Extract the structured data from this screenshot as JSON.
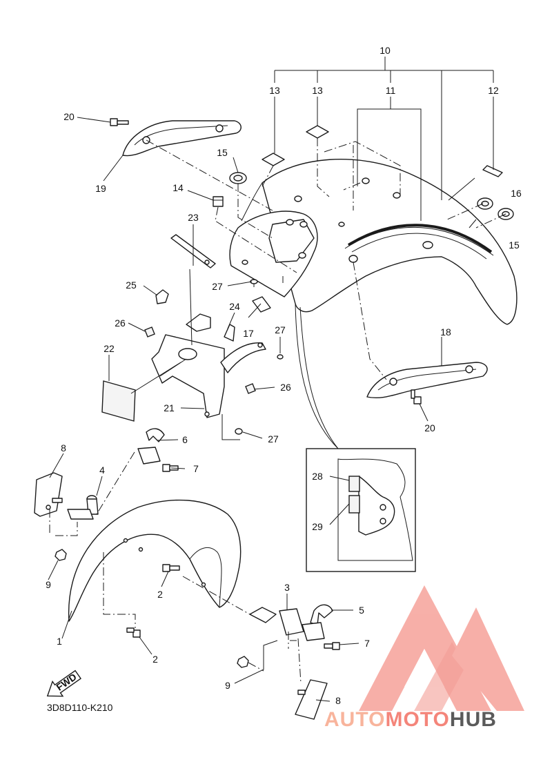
{
  "diagram": {
    "code": "3D8D110-K210",
    "fwd_label": "FWD"
  },
  "callouts": {
    "c1": "1",
    "c2a": "2",
    "c2b": "2",
    "c3": "3",
    "c4": "4",
    "c5": "5",
    "c6": "6",
    "c7a": "7",
    "c7b": "7",
    "c8a": "8",
    "c8b": "8",
    "c9a": "9",
    "c9b": "9",
    "c10": "10",
    "c11": "11",
    "c12": "12",
    "c13a": "13",
    "c13b": "13",
    "c14": "14",
    "c15a": "15",
    "c15b": "15",
    "c16": "16",
    "c17": "17",
    "c18": "18",
    "c19": "19",
    "c20a": "20",
    "c20b": "20",
    "c21": "21",
    "c22": "22",
    "c23": "23",
    "c24": "24",
    "c25": "25",
    "c26a": "26",
    "c26b": "26",
    "c27a": "27",
    "c27b": "27",
    "c27c": "27",
    "c28": "28",
    "c29": "29"
  },
  "watermark": {
    "part1": "AUTO",
    "part2": "MOTO",
    "part3": "HUB",
    "color_light": "#f8b49c",
    "color_mid": "#f4857a",
    "color_dark": "#5a5a5a"
  }
}
